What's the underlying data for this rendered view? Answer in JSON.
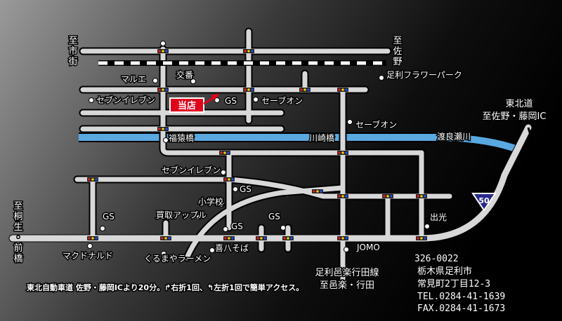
{
  "colors": {
    "background_dark": "#050505",
    "background_light": "#9a9a9a",
    "road": "#d8d8d8",
    "river": "#5aa8e0",
    "store": "#e0001a",
    "signal_red": "#e02020",
    "signal_yellow": "#f0d000",
    "signal_blue": "#2050e0"
  },
  "directions": {
    "to_ichikai": "至市街",
    "to_sano_top": "至佐野",
    "to_kiryu_maebashi": "至桐生・前橋",
    "tohoku_road": "東北道",
    "to_sano_fujioka": "至佐野・藤岡IC",
    "ashikaga_ora_line": "足利邑楽行田線",
    "to_ora_gyoda": "至邑楽・行田"
  },
  "store": {
    "label": "当店"
  },
  "landmarks": {
    "marue": "マルエ",
    "koban": "交番",
    "flower_park": "足利フラワーパーク",
    "seven_eleven_1": "セブンイレブン",
    "gs_1": "GS",
    "seveon_1": "セーブオン",
    "seveon_2": "セーブオン",
    "fukusaru_bridge": "福猿橋",
    "kawasaki_bridge": "川崎橋",
    "watarase_river": "渡良瀬川",
    "seven_eleven_2": "セブンイレブン",
    "gs_2": "GS",
    "shogakko": "小学校",
    "kaitori_apple": "買取アップル",
    "gs_3": "GS",
    "gs_4": "GS",
    "gs_5": "GS",
    "mcdonalds": "マクドナルド",
    "kurumaya_ramen": "くるまやラーメン",
    "kihachi_soba": "喜八そば",
    "jomo": "JOMO",
    "idemitsu": "出光"
  },
  "route_number": "50",
  "address": {
    "postal": "326-0022",
    "city": "栃木県足利市",
    "street": "常見町2丁目12-3",
    "tel": "TEL.0284-41-1639",
    "fax": "FAX.0284-41-1673"
  },
  "bottom_note": "東北自動車道 佐野・藤岡ICより20分。↱右折1回、↰左折1回で簡単アクセス。"
}
